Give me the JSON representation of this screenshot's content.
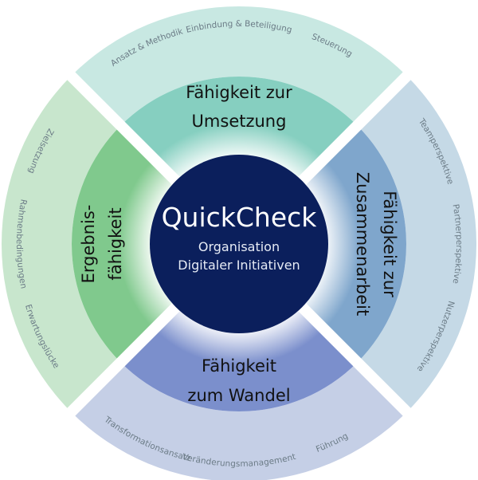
{
  "center": {
    "title": "QuickCheck",
    "line1": "Organisation",
    "line2": "Digitaler Initiativen",
    "color": "#0b1f5c"
  },
  "quadrants": {
    "top": {
      "line1": "Fähigkeit zur",
      "line2": "Umsetzung",
      "outer_color": "#c8e8e2",
      "inner_color": "#86cfc0",
      "items": [
        "Ansatz & Methodik",
        "Einbindung & Beteiligung",
        "Steuerung"
      ]
    },
    "right": {
      "line1": "Fähigkeit zur",
      "line2": "Zusammenarbeit",
      "outer_color": "#c5d9e6",
      "inner_color": "#7fa6cc",
      "items": [
        "Teamperspektive",
        "Partnerperspektive",
        "Nutzerperspektive"
      ]
    },
    "bottom": {
      "line1": "Fähigkeit",
      "line2": "zum Wandel",
      "outer_color": "#c5cfe6",
      "inner_color": "#7b8fcc",
      "items": [
        "Transformationsansatz",
        "Veränderungsmanagement",
        "Führung"
      ]
    },
    "left": {
      "line1": "Ergebnis-",
      "line2": "fähigkeit",
      "outer_color": "#c8e6cd",
      "inner_color": "#80c98d",
      "items": [
        "Zielsetzung",
        "Rahmenbedingungen",
        "Erwartungslücke"
      ]
    }
  }
}
